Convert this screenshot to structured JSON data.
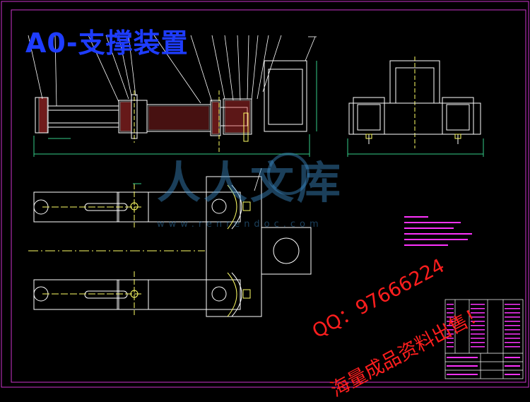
{
  "drawing": {
    "title": "A0-支撑装置",
    "colors": {
      "background": "#000000",
      "frame": "#cc33cc",
      "outline": "#ffffff",
      "centerline": "#ffff66",
      "section_hatch": "#cc3333",
      "dimension": "#33cc88",
      "notes": "#ff33ff",
      "title_color": "#1e3cff"
    }
  },
  "watermark": {
    "logo_text": "人人文库",
    "url": "www.renrendoc.com"
  },
  "overlay": {
    "qq_line": "QQ：97666224",
    "sale_line": "海量成品资料出售！"
  }
}
